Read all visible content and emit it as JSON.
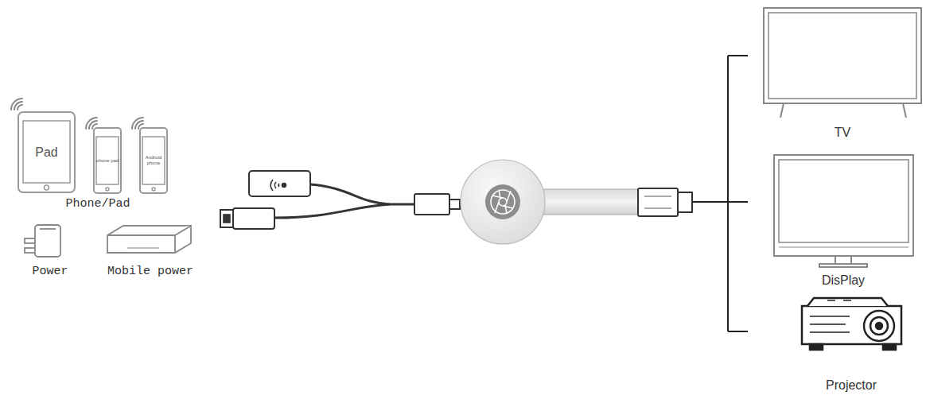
{
  "diagram": {
    "nodes": [
      {
        "text": [
          "Pad"
        ]
      },
      {
        "text": [
          "phone pad"
        ]
      },
      {
        "text": [
          "Android phone"
        ]
      },
      {
        "text": [
          "Power"
        ]
      },
      {
        "text": [
          "Mobile power"
        ]
      },
      {
        "text": [
          "TV"
        ]
      },
      {
        "text": [
          "DisPlay"
        ]
      },
      {
        "text": [
          "Projector"
        ]
      }
    ],
    "labels": [
      "Phone/Pad"
    ]
  }
}
